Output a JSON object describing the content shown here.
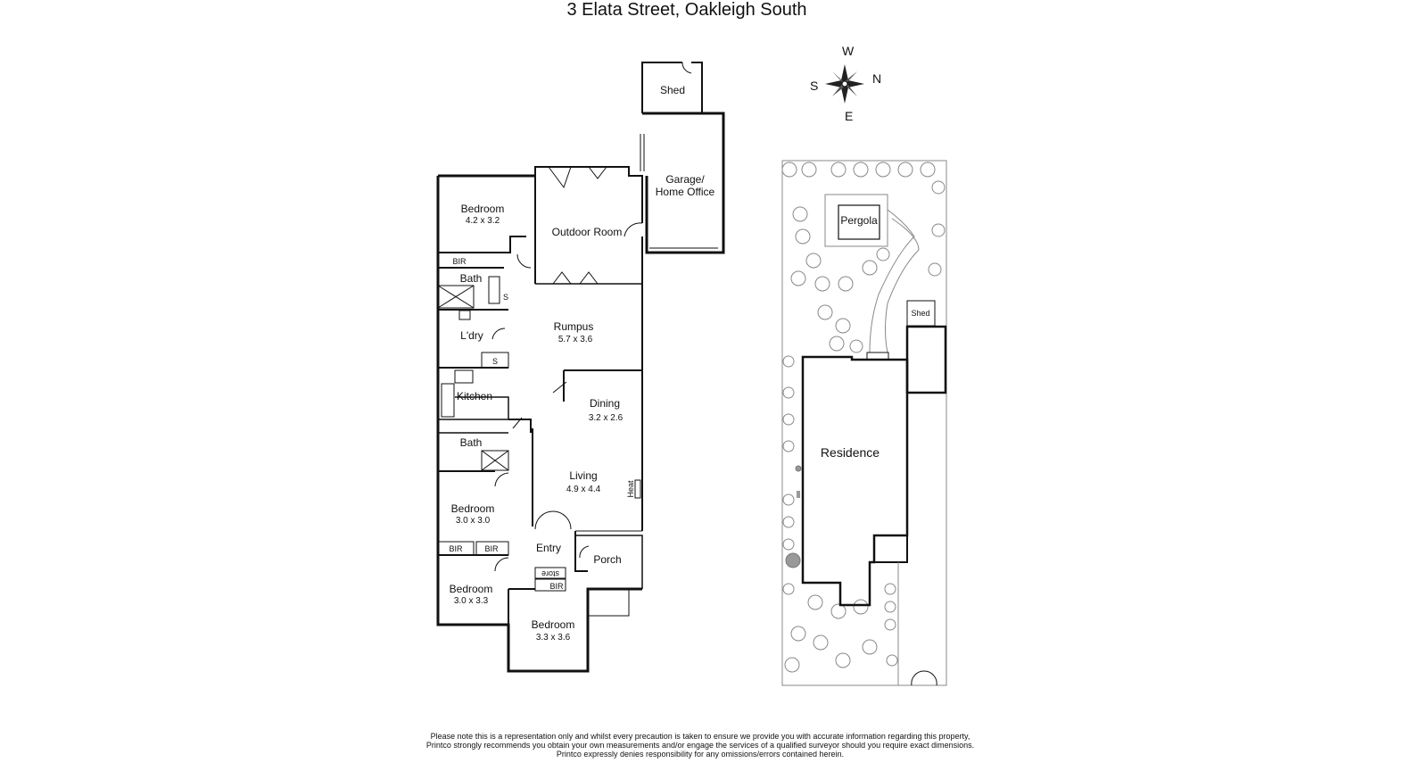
{
  "title": "3 Elata Street, Oakleigh South",
  "compass": {
    "w": "W",
    "s": "S",
    "n": "N",
    "e": "E"
  },
  "rooms": {
    "shed": "Shed",
    "garage_line1": "Garage/",
    "garage_line2": "Home Office",
    "bedroom1": "Bedroom",
    "bedroom1_dim": "4.2 x 3.2",
    "outdoor": "Outdoor Room",
    "bir": "BIR",
    "bath": "Bath",
    "s": "S",
    "rumpus": "Rumpus",
    "rumpus_dim": "5.7 x 3.6",
    "ldry": "L'dry",
    "kitchen": "Kitchen",
    "dining": "Dining",
    "dining_dim": "3.2 x 2.6",
    "living": "Living",
    "living_dim": "4.9 x 4.4",
    "heat": "Heat",
    "bedroom2": "Bedroom",
    "bedroom2_dim": "3.0 x 3.0",
    "entry": "Entry",
    "porch": "Porch",
    "store": "store",
    "bedroom3": "Bedroom",
    "bedroom3_dim": "3.0 x 3.3",
    "bedroom4": "Bedroom",
    "bedroom4_dim": "3.3 x 3.6"
  },
  "site": {
    "pergola": "Pergola",
    "shed": "Shed",
    "residence": "Residence"
  },
  "disclaimer": {
    "line1": "Please note this is a representation only and whilst every precaution is taken to ensure we provide you with accurate information regarding this property,",
    "line2": "Printco strongly recommends you obtain your own measurements and/or engage the services of a qualified surveyor should you require exact dimensions.",
    "line3": "Printco expressly denies responsibility for any omissions/errors contained herein."
  }
}
